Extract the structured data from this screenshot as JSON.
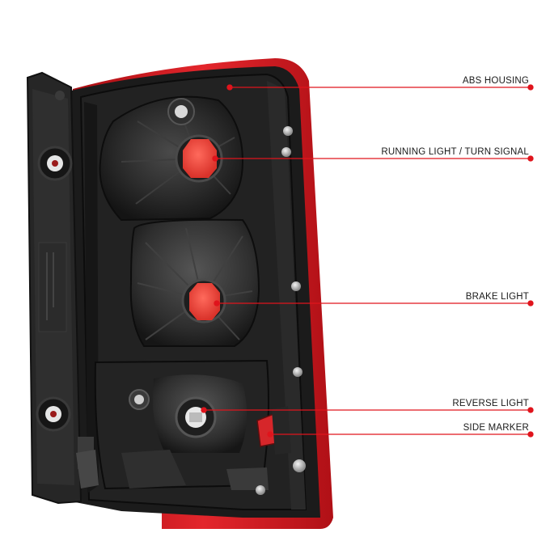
{
  "diagram": {
    "subject": "tail-light-rear-view",
    "accent_color": "#e0141c",
    "callouts": [
      {
        "id": "abs-housing",
        "label": "ABS HOUSING"
      },
      {
        "id": "running-turn",
        "label": "RUNNING LIGHT / TURN SIGNAL"
      },
      {
        "id": "brake",
        "label": "BRAKE LIGHT"
      },
      {
        "id": "reverse",
        "label": "REVERSE LIGHT"
      },
      {
        "id": "side-marker",
        "label": "SIDE MARKER"
      }
    ]
  }
}
